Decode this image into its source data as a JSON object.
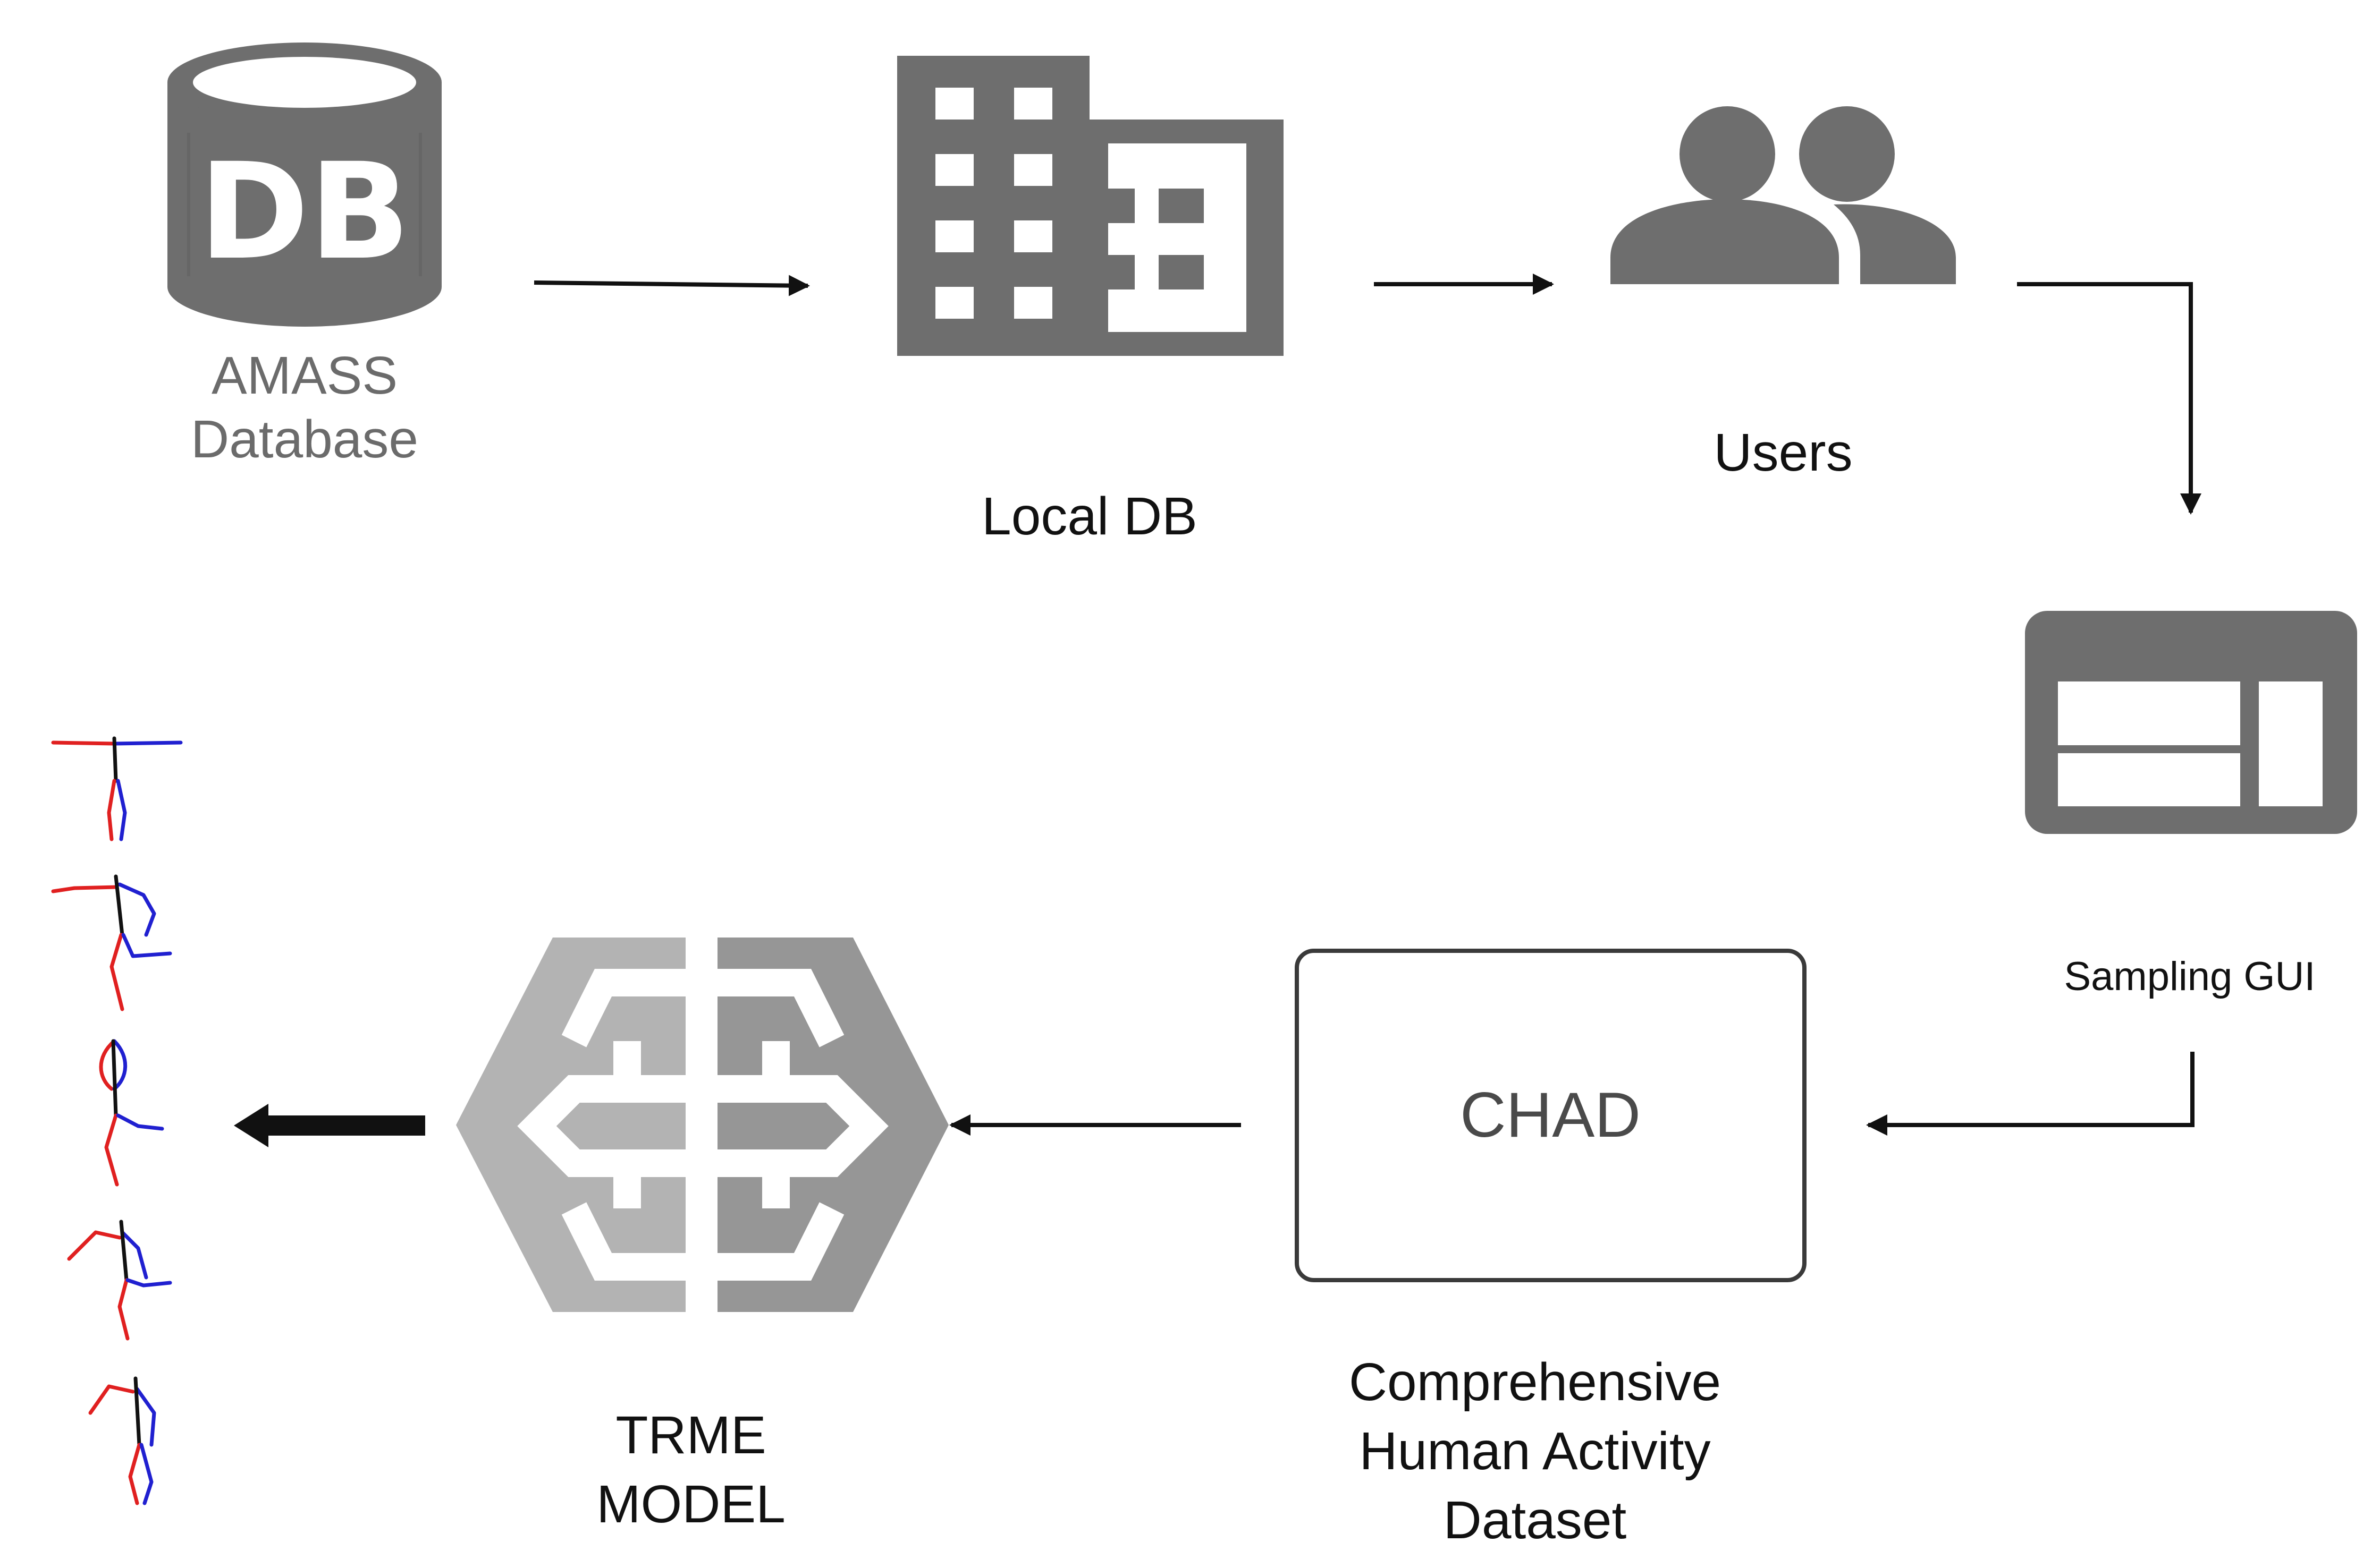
{
  "nodes": {
    "amass": {
      "label_line1": "AMASS",
      "label_line2": "Database",
      "icon_text": "DB",
      "icon": "database-icon"
    },
    "local_db": {
      "label": "Local DB",
      "icon": "building-icon"
    },
    "users": {
      "label": "Users",
      "icon": "users-icon"
    },
    "sampling_gui": {
      "label": "Sampling GUI",
      "icon": "gui-window-icon"
    },
    "chad": {
      "box_text": "CHAD",
      "caption_line1": "Comprehensive",
      "caption_line2": "Human Activity",
      "caption_line3": "Dataset"
    },
    "trme": {
      "label_line1": "TRME",
      "label_line2": "MODEL",
      "icon": "brain-icon"
    },
    "poses": {
      "icon": "skeleton-pose-icon",
      "count": 5
    }
  },
  "colors": {
    "icon_gray": "#6e6e6e",
    "icon_gray_dark": "#5f5f5f",
    "brain_light": "#b3b3b3",
    "brain_dark": "#969696",
    "arrow": "#111111",
    "pose_red": "#e02020",
    "pose_blue": "#2020d0",
    "pose_black": "#111111"
  }
}
